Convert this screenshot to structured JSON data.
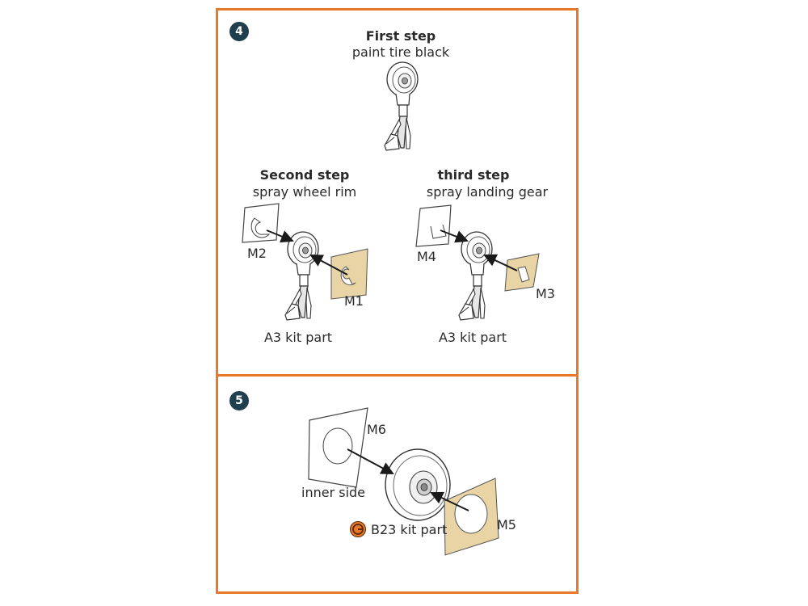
{
  "colors": {
    "frame": "#e8782a",
    "badge": "#1f3f4e",
    "mask_tan": "#e8d4a4",
    "text": "#2a2a2a"
  },
  "step4": {
    "number": "4",
    "first": {
      "title": "First step",
      "subtitle": "paint tire black"
    },
    "second": {
      "title": "Second step",
      "subtitle": "spray wheel rim",
      "mask_left": "M2",
      "mask_right": "M1",
      "part": "A3 kit part"
    },
    "third": {
      "title": "third step",
      "subtitle": "spray landing gear",
      "mask_left": "M4",
      "mask_right": "M3",
      "part": "A3 kit part"
    }
  },
  "step5": {
    "number": "5",
    "mask_top": "M6",
    "inner_label": "inner side",
    "part": "B23 kit part",
    "part_icon": "kit-part-icon",
    "mask_bottom": "M5"
  }
}
